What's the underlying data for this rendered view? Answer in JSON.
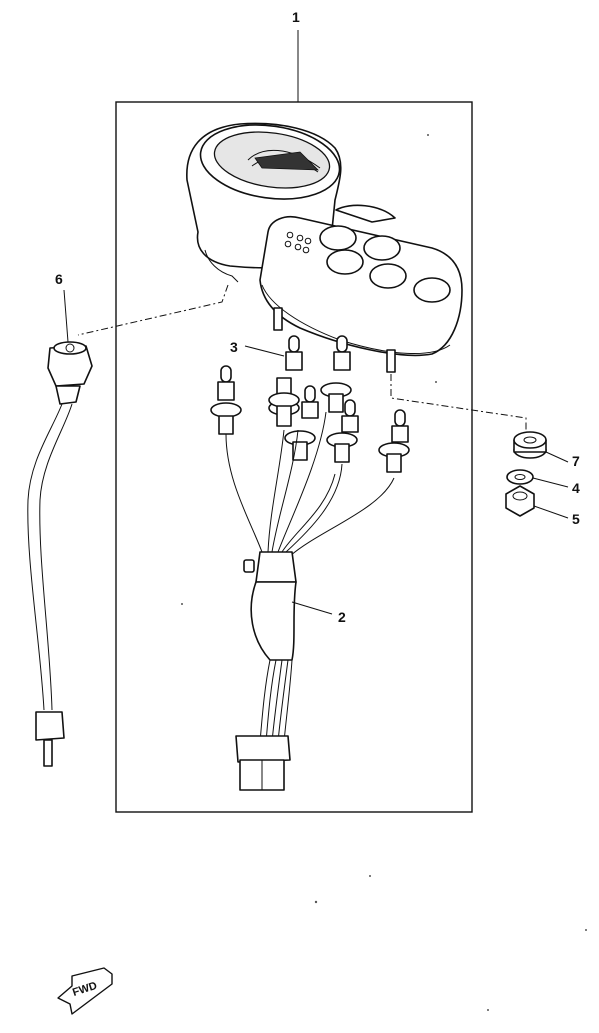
{
  "diagram": {
    "callouts": [
      {
        "id": "1",
        "label": "1"
      },
      {
        "id": "2",
        "label": "2"
      },
      {
        "id": "3",
        "label": "3"
      },
      {
        "id": "4",
        "label": "4"
      },
      {
        "id": "5",
        "label": "5"
      },
      {
        "id": "6",
        "label": "6"
      },
      {
        "id": "7",
        "label": "7"
      }
    ],
    "fwd_label": "FWD"
  }
}
